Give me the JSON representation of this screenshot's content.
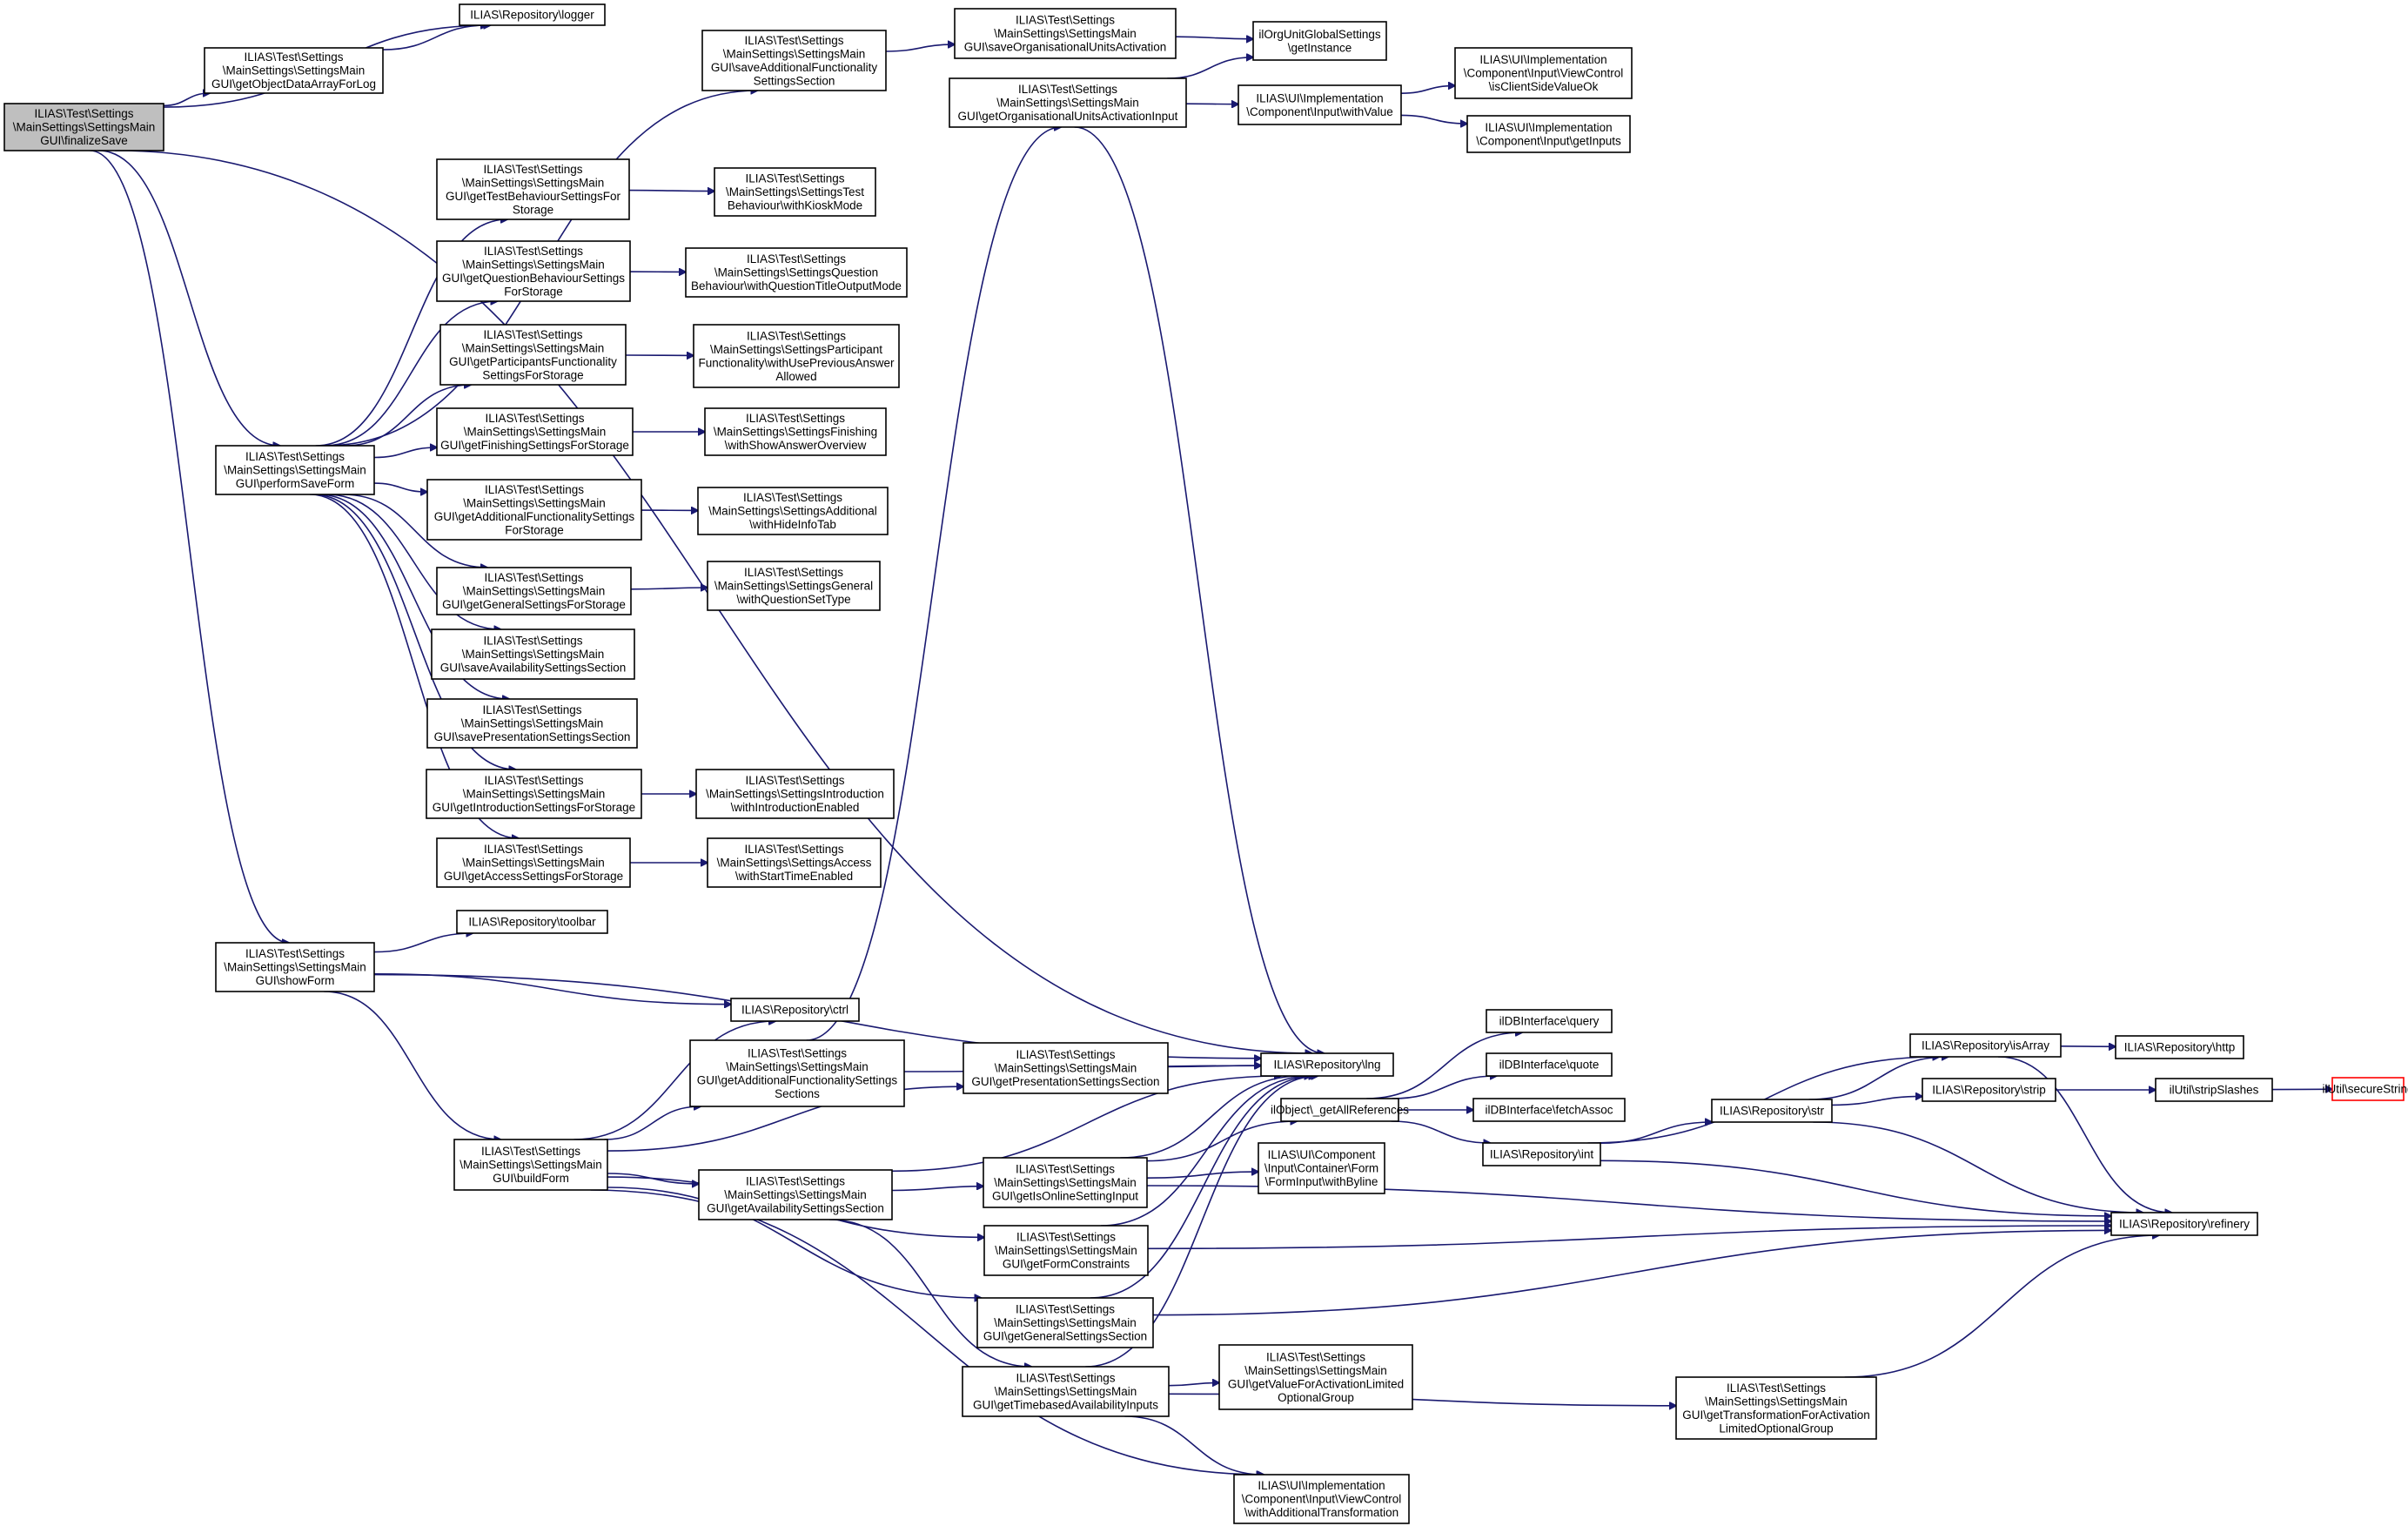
{
  "graph": {
    "nodes": [
      {
        "id": "finalizeSave",
        "lines": [
          "ILIAS\\Test\\Settings",
          "\\MainSettings\\SettingsMain",
          "GUI\\finalizeSave"
        ],
        "style": "root"
      },
      {
        "id": "logger",
        "lines": [
          "ILIAS\\Repository\\logger"
        ]
      },
      {
        "id": "getObjectDataArrayForLog",
        "lines": [
          "ILIAS\\Test\\Settings",
          "\\MainSettings\\SettingsMain",
          "GUI\\getObjectDataArrayForLog"
        ]
      },
      {
        "id": "saveAdditionalFunctionalitySettingsSection",
        "lines": [
          "ILIAS\\Test\\Settings",
          "\\MainSettings\\SettingsMain",
          "GUI\\saveAdditionalFunctionality",
          "SettingsSection"
        ]
      },
      {
        "id": "saveOrganisationalUnitsActivation",
        "lines": [
          "ILIAS\\Test\\Settings",
          "\\MainSettings\\SettingsMain",
          "GUI\\saveOrganisationalUnitsActivation"
        ]
      },
      {
        "id": "getInstance",
        "lines": [
          "ilOrgUnitGlobalSettings",
          "\\getInstance"
        ]
      },
      {
        "id": "getOrganisationalUnitsActivationInput",
        "lines": [
          "ILIAS\\Test\\Settings",
          "\\MainSettings\\SettingsMain",
          "GUI\\getOrganisationalUnitsActivationInput"
        ]
      },
      {
        "id": "withValue",
        "lines": [
          "ILIAS\\UI\\Implementation",
          "\\Component\\Input\\withValue"
        ]
      },
      {
        "id": "isClientSideValueOk",
        "lines": [
          "ILIAS\\UI\\Implementation",
          "\\Component\\Input\\ViewControl",
          "\\isClientSideValueOk"
        ]
      },
      {
        "id": "getInputs",
        "lines": [
          "ILIAS\\UI\\Implementation",
          "\\Component\\Input\\getInputs"
        ]
      },
      {
        "id": "getTestBehaviourSettingsForStorage",
        "lines": [
          "ILIAS\\Test\\Settings",
          "\\MainSettings\\SettingsMain",
          "GUI\\getTestBehaviourSettingsFor",
          "Storage"
        ]
      },
      {
        "id": "withKioskMode",
        "lines": [
          "ILIAS\\Test\\Settings",
          "\\MainSettings\\SettingsTest",
          "Behaviour\\withKioskMode"
        ]
      },
      {
        "id": "getQuestionBehaviourSettingsForStorage",
        "lines": [
          "ILIAS\\Test\\Settings",
          "\\MainSettings\\SettingsMain",
          "GUI\\getQuestionBehaviourSettings",
          "ForStorage"
        ]
      },
      {
        "id": "withQuestionTitleOutputMode",
        "lines": [
          "ILIAS\\Test\\Settings",
          "\\MainSettings\\SettingsQuestion",
          "Behaviour\\withQuestionTitleOutputMode"
        ]
      },
      {
        "id": "getParticipantsFunctionalitySettingsForStorage",
        "lines": [
          "ILIAS\\Test\\Settings",
          "\\MainSettings\\SettingsMain",
          "GUI\\getParticipantsFunctionality",
          "SettingsForStorage"
        ]
      },
      {
        "id": "withUsePreviousAnswerAllowed",
        "lines": [
          "ILIAS\\Test\\Settings",
          "\\MainSettings\\SettingsParticipant",
          "Functionality\\withUsePreviousAnswer",
          "Allowed"
        ]
      },
      {
        "id": "performSaveForm",
        "lines": [
          "ILIAS\\Test\\Settings",
          "\\MainSettings\\SettingsMain",
          "GUI\\performSaveForm"
        ]
      },
      {
        "id": "getFinishingSettingsForStorage",
        "lines": [
          "ILIAS\\Test\\Settings",
          "\\MainSettings\\SettingsMain",
          "GUI\\getFinishingSettingsForStorage"
        ]
      },
      {
        "id": "withShowAnswerOverview",
        "lines": [
          "ILIAS\\Test\\Settings",
          "\\MainSettings\\SettingsFinishing",
          "\\withShowAnswerOverview"
        ]
      },
      {
        "id": "getAdditionalFunctionalitySettingsForStorage",
        "lines": [
          "ILIAS\\Test\\Settings",
          "\\MainSettings\\SettingsMain",
          "GUI\\getAdditionalFunctionalitySettings",
          "ForStorage"
        ]
      },
      {
        "id": "withHideInfoTab",
        "lines": [
          "ILIAS\\Test\\Settings",
          "\\MainSettings\\SettingsAdditional",
          "\\withHideInfoTab"
        ]
      },
      {
        "id": "getGeneralSettingsForStorage",
        "lines": [
          "ILIAS\\Test\\Settings",
          "\\MainSettings\\SettingsMain",
          "GUI\\getGeneralSettingsForStorage"
        ]
      },
      {
        "id": "withQuestionSetType",
        "lines": [
          "ILIAS\\Test\\Settings",
          "\\MainSettings\\SettingsGeneral",
          "\\withQuestionSetType"
        ]
      },
      {
        "id": "saveAvailabilitySettingsSection",
        "lines": [
          "ILIAS\\Test\\Settings",
          "\\MainSettings\\SettingsMain",
          "GUI\\saveAvailabilitySettingsSection"
        ]
      },
      {
        "id": "savePresentationSettingsSection",
        "lines": [
          "ILIAS\\Test\\Settings",
          "\\MainSettings\\SettingsMain",
          "GUI\\savePresentationSettingsSection"
        ]
      },
      {
        "id": "getIntroductionSettingsForStorage",
        "lines": [
          "ILIAS\\Test\\Settings",
          "\\MainSettings\\SettingsMain",
          "GUI\\getIntroductionSettingsForStorage"
        ]
      },
      {
        "id": "withIntroductionEnabled",
        "lines": [
          "ILIAS\\Test\\Settings",
          "\\MainSettings\\SettingsIntroduction",
          "\\withIntroductionEnabled"
        ]
      },
      {
        "id": "getAccessSettingsForStorage",
        "lines": [
          "ILIAS\\Test\\Settings",
          "\\MainSettings\\SettingsMain",
          "GUI\\getAccessSettingsForStorage"
        ]
      },
      {
        "id": "withStartTimeEnabled",
        "lines": [
          "ILIAS\\Test\\Settings",
          "\\MainSettings\\SettingsAccess",
          "\\withStartTimeEnabled"
        ]
      },
      {
        "id": "toolbar",
        "lines": [
          "ILIAS\\Repository\\toolbar"
        ]
      },
      {
        "id": "showForm",
        "lines": [
          "ILIAS\\Test\\Settings",
          "\\MainSettings\\SettingsMain",
          "GUI\\showForm"
        ]
      },
      {
        "id": "ctrl",
        "lines": [
          "ILIAS\\Repository\\ctrl"
        ]
      },
      {
        "id": "getAdditionalFunctionalitySettingsSections",
        "lines": [
          "ILIAS\\Test\\Settings",
          "\\MainSettings\\SettingsMain",
          "GUI\\getAdditionalFunctionalitySettings",
          "Sections"
        ]
      },
      {
        "id": "getPresentationSettingsSection",
        "lines": [
          "ILIAS\\Test\\Settings",
          "\\MainSettings\\SettingsMain",
          "GUI\\getPresentationSettingsSection"
        ]
      },
      {
        "id": "lng",
        "lines": [
          "ILIAS\\Repository\\lng"
        ]
      },
      {
        "id": "query",
        "lines": [
          "ilDBInterface\\query"
        ]
      },
      {
        "id": "quote",
        "lines": [
          "ilDBInterface\\quote"
        ]
      },
      {
        "id": "_getAllReferences",
        "lines": [
          "ilObject\\_getAllReferences"
        ]
      },
      {
        "id": "fetchAssoc",
        "lines": [
          "ilDBInterface\\fetchAssoc"
        ]
      },
      {
        "id": "int",
        "lines": [
          "ILIAS\\Repository\\int"
        ]
      },
      {
        "id": "isArray",
        "lines": [
          "ILIAS\\Repository\\isArray"
        ]
      },
      {
        "id": "http",
        "lines": [
          "ILIAS\\Repository\\http"
        ]
      },
      {
        "id": "str",
        "lines": [
          "ILIAS\\Repository\\str"
        ]
      },
      {
        "id": "strip",
        "lines": [
          "ILIAS\\Repository\\strip"
        ]
      },
      {
        "id": "stripSlashes",
        "lines": [
          "ilUtil\\stripSlashes"
        ]
      },
      {
        "id": "secureString",
        "lines": [
          "ilUtil\\secureString"
        ],
        "style": "trunc"
      },
      {
        "id": "refinery",
        "lines": [
          "ILIAS\\Repository\\refinery"
        ]
      },
      {
        "id": "buildForm",
        "lines": [
          "ILIAS\\Test\\Settings",
          "\\MainSettings\\SettingsMain",
          "GUI\\buildForm"
        ]
      },
      {
        "id": "getAvailabilitySettingsSection",
        "lines": [
          "ILIAS\\Test\\Settings",
          "\\MainSettings\\SettingsMain",
          "GUI\\getAvailabilitySettingsSection"
        ]
      },
      {
        "id": "getIsOnlineSettingInput",
        "lines": [
          "ILIAS\\Test\\Settings",
          "\\MainSettings\\SettingsMain",
          "GUI\\getIsOnlineSettingInput"
        ]
      },
      {
        "id": "FormInputWithByline",
        "lines": [
          "ILIAS\\UI\\Component",
          "\\Input\\Container\\Form",
          "\\FormInput\\withByline"
        ]
      },
      {
        "id": "getFormConstraints",
        "lines": [
          "ILIAS\\Test\\Settings",
          "\\MainSettings\\SettingsMain",
          "GUI\\getFormConstraints"
        ]
      },
      {
        "id": "getGeneralSettingsSection",
        "lines": [
          "ILIAS\\Test\\Settings",
          "\\MainSettings\\SettingsMain",
          "GUI\\getGeneralSettingsSection"
        ]
      },
      {
        "id": "getTimebasedAvailabilityInputs",
        "lines": [
          "ILIAS\\Test\\Settings",
          "\\MainSettings\\SettingsMain",
          "GUI\\getTimebasedAvailabilityInputs"
        ]
      },
      {
        "id": "getValueForActivationLimitedOptionalGroup",
        "lines": [
          "ILIAS\\Test\\Settings",
          "\\MainSettings\\SettingsMain",
          "GUI\\getValueForActivationLimited",
          "OptionalGroup"
        ]
      },
      {
        "id": "getTransformationForActivationLimitedOptionalGroup",
        "lines": [
          "ILIAS\\Test\\Settings",
          "\\MainSettings\\SettingsMain",
          "GUI\\getTransformationForActivation",
          "LimitedOptionalGroup"
        ]
      },
      {
        "id": "withAdditionalTransformation",
        "lines": [
          "ILIAS\\UI\\Implementation",
          "\\Component\\Input\\ViewControl",
          "\\withAdditionalTransformation"
        ]
      }
    ],
    "edges": [
      [
        "finalizeSave",
        "logger"
      ],
      [
        "finalizeSave",
        "getObjectDataArrayForLog"
      ],
      [
        "getObjectDataArrayForLog",
        "logger"
      ],
      [
        "finalizeSave",
        "lng"
      ],
      [
        "finalizeSave",
        "performSaveForm"
      ],
      [
        "finalizeSave",
        "showForm"
      ],
      [
        "performSaveForm",
        "saveAdditionalFunctionalitySettingsSection"
      ],
      [
        "saveAdditionalFunctionalitySettingsSection",
        "saveOrganisationalUnitsActivation"
      ],
      [
        "saveOrganisationalUnitsActivation",
        "getInstance"
      ],
      [
        "getOrganisationalUnitsActivationInput",
        "getInstance"
      ],
      [
        "getOrganisationalUnitsActivationInput",
        "withValue"
      ],
      [
        "getOrganisationalUnitsActivationInput",
        "lng"
      ],
      [
        "withValue",
        "isClientSideValueOk"
      ],
      [
        "withValue",
        "getInputs"
      ],
      [
        "performSaveForm",
        "getTestBehaviourSettingsForStorage"
      ],
      [
        "getTestBehaviourSettingsForStorage",
        "withKioskMode"
      ],
      [
        "performSaveForm",
        "getQuestionBehaviourSettingsForStorage"
      ],
      [
        "getQuestionBehaviourSettingsForStorage",
        "withQuestionTitleOutputMode"
      ],
      [
        "performSaveForm",
        "getParticipantsFunctionalitySettingsForStorage"
      ],
      [
        "getParticipantsFunctionalitySettingsForStorage",
        "withUsePreviousAnswerAllowed"
      ],
      [
        "performSaveForm",
        "getFinishingSettingsForStorage"
      ],
      [
        "getFinishingSettingsForStorage",
        "withShowAnswerOverview"
      ],
      [
        "performSaveForm",
        "getAdditionalFunctionalitySettingsForStorage"
      ],
      [
        "getAdditionalFunctionalitySettingsForStorage",
        "withHideInfoTab"
      ],
      [
        "performSaveForm",
        "getGeneralSettingsForStorage"
      ],
      [
        "getGeneralSettingsForStorage",
        "withQuestionSetType"
      ],
      [
        "performSaveForm",
        "saveAvailabilitySettingsSection"
      ],
      [
        "performSaveForm",
        "savePresentationSettingsSection"
      ],
      [
        "performSaveForm",
        "getIntroductionSettingsForStorage"
      ],
      [
        "getIntroductionSettingsForStorage",
        "withIntroductionEnabled"
      ],
      [
        "performSaveForm",
        "getAccessSettingsForStorage"
      ],
      [
        "getAccessSettingsForStorage",
        "withStartTimeEnabled"
      ],
      [
        "showForm",
        "toolbar"
      ],
      [
        "showForm",
        "lng"
      ],
      [
        "showForm",
        "ctrl"
      ],
      [
        "showForm",
        "buildForm"
      ],
      [
        "buildForm",
        "ctrl"
      ],
      [
        "buildForm",
        "getAdditionalFunctionalitySettingsSections"
      ],
      [
        "buildForm",
        "getPresentationSettingsSection"
      ],
      [
        "buildForm",
        "getAvailabilitySettingsSection"
      ],
      [
        "buildForm",
        "getFormConstraints"
      ],
      [
        "buildForm",
        "getGeneralSettingsSection"
      ],
      [
        "buildForm",
        "withAdditionalTransformation"
      ],
      [
        "getAdditionalFunctionalitySettingsSections",
        "getOrganisationalUnitsActivationInput"
      ],
      [
        "getAdditionalFunctionalitySettingsSections",
        "lng"
      ],
      [
        "getPresentationSettingsSection",
        "lng"
      ],
      [
        "getAvailabilitySettingsSection",
        "lng"
      ],
      [
        "getAvailabilitySettingsSection",
        "getIsOnlineSettingInput"
      ],
      [
        "getAvailabilitySettingsSection",
        "getTimebasedAvailabilityInputs"
      ],
      [
        "getIsOnlineSettingInput",
        "lng"
      ],
      [
        "getIsOnlineSettingInput",
        "_getAllReferences"
      ],
      [
        "getIsOnlineSettingInput",
        "FormInputWithByline"
      ],
      [
        "getIsOnlineSettingInput",
        "refinery"
      ],
      [
        "getFormConstraints",
        "lng"
      ],
      [
        "getFormConstraints",
        "refinery"
      ],
      [
        "getGeneralSettingsSection",
        "lng"
      ],
      [
        "getGeneralSettingsSection",
        "refinery"
      ],
      [
        "getTimebasedAvailabilityInputs",
        "lng"
      ],
      [
        "getTimebasedAvailabilityInputs",
        "getValueForActivationLimitedOptionalGroup"
      ],
      [
        "getTimebasedAvailabilityInputs",
        "getTransformationForActivationLimitedOptionalGroup"
      ],
      [
        "getTimebasedAvailabilityInputs",
        "withAdditionalTransformation"
      ],
      [
        "getTransformationForActivationLimitedOptionalGroup",
        "refinery"
      ],
      [
        "_getAllReferences",
        "query"
      ],
      [
        "_getAllReferences",
        "quote"
      ],
      [
        "_getAllReferences",
        "fetchAssoc"
      ],
      [
        "_getAllReferences",
        "int"
      ],
      [
        "int",
        "isArray"
      ],
      [
        "int",
        "str"
      ],
      [
        "int",
        "refinery"
      ],
      [
        "str",
        "isArray"
      ],
      [
        "str",
        "strip"
      ],
      [
        "str",
        "refinery"
      ],
      [
        "isArray",
        "http"
      ],
      [
        "isArray",
        "refinery"
      ],
      [
        "strip",
        "stripSlashes"
      ],
      [
        "stripSlashes",
        "secureString"
      ]
    ]
  }
}
